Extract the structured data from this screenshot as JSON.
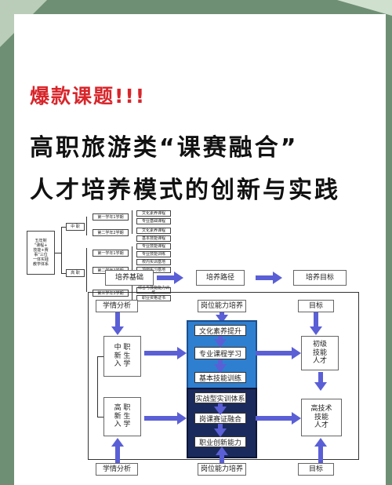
{
  "hot_title": "爆款课题!!!",
  "headline": {
    "line1": "高职旅游类“课赛融合”",
    "line2": "人才培养模式的创新与实践"
  },
  "diagram": {
    "left_box": "五年制\n“课程+\n技能+赛\n事”三位\n一体实践\n教学体系",
    "branch1": "中 职",
    "branch2": "高 职",
    "semesters": [
      "第一学年1学期",
      "第二学年2学期",
      "第一学年1学期",
      "第二学年2学期",
      "第三学年3学期"
    ],
    "leaves": [
      "文化素养课程",
      "专业基础课程",
      "文化素养课程",
      "基本技能课程",
      "专业技能课程",
      "专业技能训练",
      "校内实训基地",
      "顶岗实习基地",
      "综合与技能能力训练",
      "职业资格证书"
    ],
    "top_row": [
      "培养基础",
      "培养路径",
      "培养目标"
    ],
    "second_row": [
      "学情分析",
      "岗位能力培养",
      "目标"
    ],
    "left_col": [
      "中 职\n新 生\n入 学",
      "高 职\n新 生\n入 学"
    ],
    "blue_panel": [
      "文化素养提升",
      "专业课程学习",
      "基本技能训练"
    ],
    "dark_panel": [
      "实战型实训体系",
      "岗课赛证融合",
      "职业创新能力"
    ],
    "right_col": [
      "初级\n技能\n人才",
      "高技术\n技能\n人才"
    ],
    "bottom_row": [
      "学情分析",
      "岗位能力培养",
      "目标"
    ]
  }
}
